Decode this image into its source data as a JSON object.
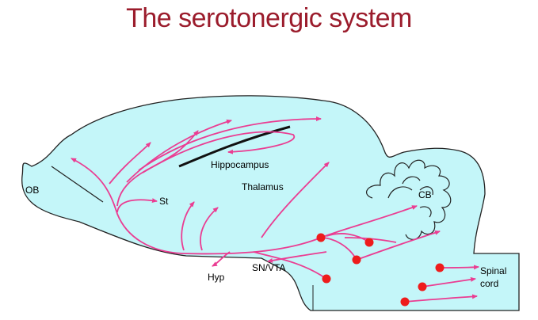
{
  "title": "The serotonergic system",
  "labels": {
    "ob": "OB",
    "hippocampus": "Hippocampus",
    "st": "St",
    "thalamus": "Thalamus",
    "cb": "CB",
    "hyp": "Hyp",
    "snvta": "SN/VTA",
    "spinal_line1": "Spinal",
    "spinal_line2": "cord"
  },
  "colors": {
    "title": "#9b1c2c",
    "brain_fill": "#c4f6f9",
    "outline": "#222222",
    "projection": "#ea3d92",
    "raphe_nuclei": "#ee1c1c"
  }
}
